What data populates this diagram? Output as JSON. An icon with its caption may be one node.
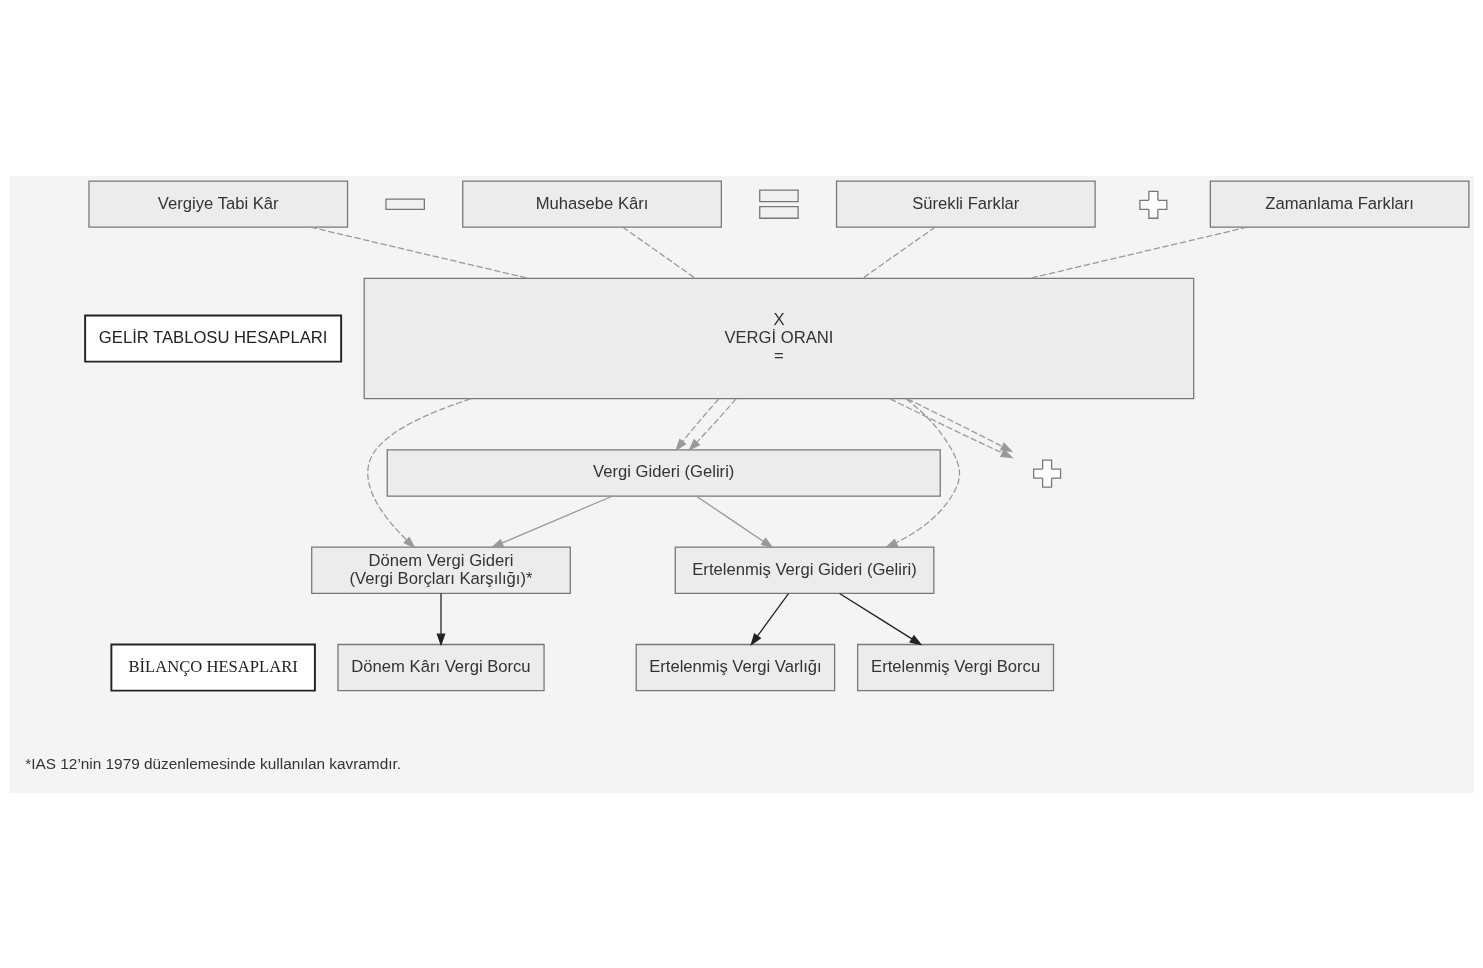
{
  "diagram": {
    "nodes": [
      {
        "text": [
          "Vergiye Tabi Kâr"
        ]
      },
      {
        "text": [],
        "shape": "minus"
      },
      {
        "text": [
          "Muhasebe Kârı"
        ]
      },
      {
        "text": [],
        "shape": "equals"
      },
      {
        "text": [
          "Sürekli Farklar"
        ]
      },
      {
        "text": [],
        "shape": "plus"
      },
      {
        "text": [
          "Zamanlama Farkları"
        ]
      },
      {
        "text": [
          "GELİR TABLOSU HESAPLARI"
        ]
      },
      {
        "text": [
          "X",
          "VERGİ ORANI",
          "="
        ]
      },
      {
        "text": [],
        "shape": "plus"
      },
      {
        "text": [
          "Vergi Gideri (Geliri)"
        ]
      },
      {
        "text": [
          "Dönem Vergi Gideri",
          "(Vergi Borçları Karşılığı)*"
        ]
      },
      {
        "text": [
          "Ertelenmiş Vergi Gideri (Geliri)"
        ]
      },
      {
        "text": [
          "BİLANÇO HESAPLARI"
        ]
      },
      {
        "text": [
          "Dönem Kârı Vergi Borcu"
        ]
      },
      {
        "text": [
          "Ertelenmiş Vergi Varlığı"
        ]
      },
      {
        "text": [
          "Ertelenmiş Vergi Borcu"
        ]
      }
    ],
    "edges": [
      {
        "from": 0,
        "to": 8,
        "arrow": "none",
        "style": "dashed"
      },
      {
        "from": 2,
        "to": 8,
        "arrow": "none",
        "style": "dashed"
      },
      {
        "from": 4,
        "to": 8,
        "arrow": "none",
        "style": "dashed"
      },
      {
        "from": 6,
        "to": 8,
        "arrow": "none",
        "style": "dashed"
      },
      {
        "from": 8,
        "to": 9,
        "arrow": "to",
        "style": "dashed"
      },
      {
        "from": 8,
        "to": 9,
        "arrow": "to",
        "style": "dashed"
      },
      {
        "from": 8,
        "to": 10,
        "arrow": "to",
        "style": "dashed"
      },
      {
        "from": 8,
        "to": 10,
        "arrow": "to",
        "style": "dashed"
      },
      {
        "from": 8,
        "to": 11,
        "arrow": "to",
        "style": "dashed"
      },
      {
        "from": 8,
        "to": 12,
        "arrow": "to",
        "style": "dashed"
      },
      {
        "from": 10,
        "to": 11,
        "arrow": "to"
      },
      {
        "from": 10,
        "to": 12,
        "arrow": "to"
      },
      {
        "from": 11,
        "to": 14,
        "arrow": "to",
        "color": "#222222"
      },
      {
        "from": 12,
        "to": 15,
        "arrow": "to",
        "color": "#222222"
      },
      {
        "from": 12,
        "to": 16,
        "arrow": "to",
        "color": "#222222"
      }
    ],
    "labels": [
      "*IAS 12’nin 1979 düzenlemesinde kullanılan kavramdır."
    ]
  }
}
